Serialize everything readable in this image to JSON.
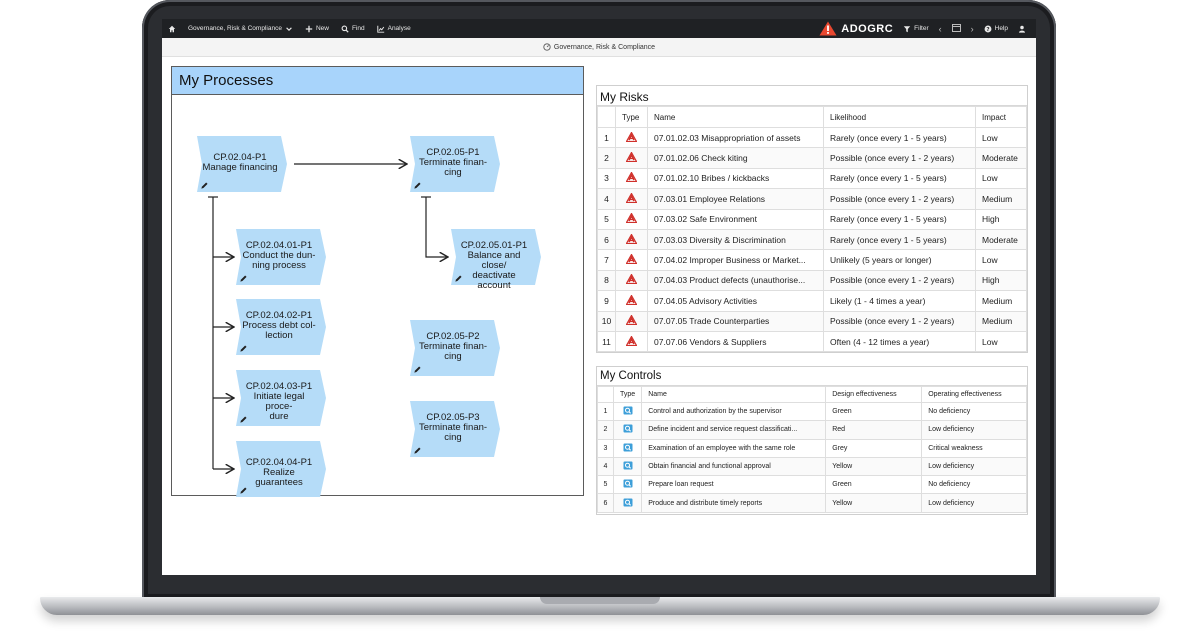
{
  "nav": {
    "breadcrumb": "Governance, Risk & Compliance",
    "items": [
      {
        "label": "Governance, Risk & Compliance",
        "icon": "chevron-down-icon"
      },
      {
        "label": "New",
        "icon": "plus-icon"
      },
      {
        "label": "Find",
        "icon": "search-icon"
      },
      {
        "label": "Analyse",
        "icon": "chart-icon"
      }
    ],
    "brand": "ADOGRC",
    "filter_label": "Filter",
    "help_label": "Help"
  },
  "processes": {
    "title": "My Processes",
    "nodes": [
      {
        "id": "CP.02.04-P1",
        "lines": [
          "CP.02.04-P1",
          "Manage financing"
        ]
      },
      {
        "id": "CP.02.05-P1",
        "lines": [
          "CP.02.05-P1",
          "Terminate finan-",
          "cing"
        ]
      },
      {
        "id": "CP.02.04.01-P1",
        "lines": [
          "CP.02.04.01-P1",
          "Conduct the dun-",
          "ning process"
        ]
      },
      {
        "id": "CP.02.05.01-P1",
        "lines": [
          "CP.02.05.01-P1",
          "Balance and close/",
          "deactivate account"
        ]
      },
      {
        "id": "CP.02.04.02-P1",
        "lines": [
          "CP.02.04.02-P1",
          "Process debt col-",
          "lection"
        ]
      },
      {
        "id": "CP.02.05-P2",
        "lines": [
          "CP.02.05-P2",
          "Terminate finan-",
          "cing"
        ]
      },
      {
        "id": "CP.02.04.03-P1",
        "lines": [
          "CP.02.04.03-P1",
          "Initiate legal proce-",
          "dure"
        ]
      },
      {
        "id": "CP.02.05-P3",
        "lines": [
          "CP.02.05-P3",
          "Terminate finan-",
          "cing"
        ]
      },
      {
        "id": "CP.02.04.04-P1",
        "lines": [
          "CP.02.04.04-P1",
          "Realize guarantees"
        ]
      }
    ]
  },
  "risks": {
    "title": "My Risks",
    "columns": [
      "",
      "Type",
      "Name",
      "Likelihood",
      "Impact"
    ],
    "rows": [
      {
        "n": "1",
        "name": "07.01.02.03 Misappropriation of assets",
        "likelihood": "Rarely (once every 1 - 5 years)",
        "impact": "Low"
      },
      {
        "n": "2",
        "name": "07.01.02.06 Check kiting",
        "likelihood": "Possible (once every 1 - 2 years)",
        "impact": "Moderate"
      },
      {
        "n": "3",
        "name": "07.01.02.10 Bribes / kickbacks",
        "likelihood": "Rarely (once every 1 - 5 years)",
        "impact": "Low"
      },
      {
        "n": "4",
        "name": "07.03.01 Employee Relations",
        "likelihood": "Possible (once every 1 - 2 years)",
        "impact": "Medium"
      },
      {
        "n": "5",
        "name": "07.03.02 Safe Environment",
        "likelihood": "Rarely (once every 1 - 5 years)",
        "impact": "High"
      },
      {
        "n": "6",
        "name": "07.03.03 Diversity & Discrimination",
        "likelihood": "Rarely (once every 1 - 5 years)",
        "impact": "Moderate"
      },
      {
        "n": "7",
        "name": "07.04.02 Improper Business or Market...",
        "likelihood": "Unlikely (5 years or longer)",
        "impact": "Low"
      },
      {
        "n": "8",
        "name": "07.04.03 Product defects (unauthorise...",
        "likelihood": "Possible (once every 1 - 2 years)",
        "impact": "High"
      },
      {
        "n": "9",
        "name": "07.04.05 Advisory Activities",
        "likelihood": "Likely (1 - 4 times a year)",
        "impact": "Medium"
      },
      {
        "n": "10",
        "name": "07.07.05 Trade Counterparties",
        "likelihood": "Possible (once every 1 - 2 years)",
        "impact": "Medium"
      },
      {
        "n": "11",
        "name": "07.07.06 Vendors & Suppliers",
        "likelihood": "Often (4 - 12 times a year)",
        "impact": "Low"
      }
    ]
  },
  "controls": {
    "title": "My Controls",
    "columns": [
      "",
      "Type",
      "Name",
      "Design effectiveness",
      "Operating effectiveness"
    ],
    "rows": [
      {
        "n": "1",
        "name": "Control and authorization by the supervisor",
        "design": "Green",
        "operating": "No deficiency"
      },
      {
        "n": "2",
        "name": "Define incident and service request classificati...",
        "design": "Red",
        "operating": "Low deficiency"
      },
      {
        "n": "3",
        "name": "Examination of an employee with the same role",
        "design": "Grey",
        "operating": "Critical weakness"
      },
      {
        "n": "4",
        "name": "Obtain financial and functional approval",
        "design": "Yellow",
        "operating": "Low deficiency"
      },
      {
        "n": "5",
        "name": "Prepare loan request",
        "design": "Green",
        "operating": "No deficiency"
      },
      {
        "n": "6",
        "name": "Produce and distribute timely reports",
        "design": "Yellow",
        "operating": "Low deficiency"
      }
    ]
  },
  "colors": {
    "topbar": "#1f2124",
    "process_header": "#a8d4fb",
    "process_node": "#b5dcf8",
    "brand_accent": "#e8472f",
    "risk_icon": "#d0302b",
    "control_icon": "#3d9fd9"
  }
}
